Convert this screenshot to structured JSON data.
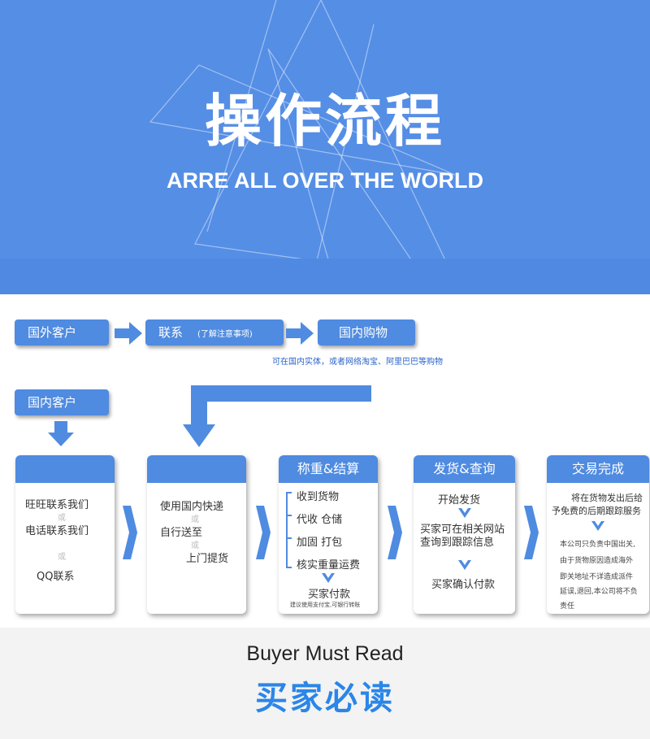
{
  "header": {
    "title": "操作流程",
    "subtitle": "ARRE ALL OVER THE WORLD"
  },
  "top_flow": {
    "box1": "国外客户",
    "box2": "联系",
    "box2_note": "(了解注意事项)",
    "box3": "国内购物",
    "box3_caption": "可在国内实体，或者网络淘宝、阿里巴巴等购物",
    "box4": "国内客户"
  },
  "steps": [
    {
      "header": "",
      "lines": [
        "旺旺联系我们",
        "或",
        "电话联系我们",
        "或",
        "QQ联系"
      ]
    },
    {
      "header": "",
      "lines": [
        "使用国内快递",
        "或",
        "自行送至",
        "或",
        "上门提货"
      ]
    },
    {
      "header": "称重&结算",
      "lines": [
        "收到货物",
        "代收  仓储",
        "加固  打包",
        "核实重量运费",
        "买家付款",
        "建议使用支付宝,可银行转账"
      ]
    },
    {
      "header": "发货&查询",
      "lines": [
        "开始发货",
        "买家可在相关网站",
        "查询到跟踪信息",
        "买家确认付款"
      ]
    },
    {
      "header": "交易完成",
      "lines": [
        "将在货物发出后给",
        "予免费的后期跟踪服务",
        "本公司只负责中国出关,",
        "由于货物原因造成海外",
        "即关地址不详造成派件",
        "延误,退回,本公司将不负",
        "责任"
      ]
    }
  ],
  "footer": {
    "english": "Buyer Must Read",
    "chinese": "买家必读"
  },
  "colors": {
    "header_bg": "#558ee5",
    "box_blue": "#4f8be0",
    "footer_title": "#2a86e8"
  }
}
